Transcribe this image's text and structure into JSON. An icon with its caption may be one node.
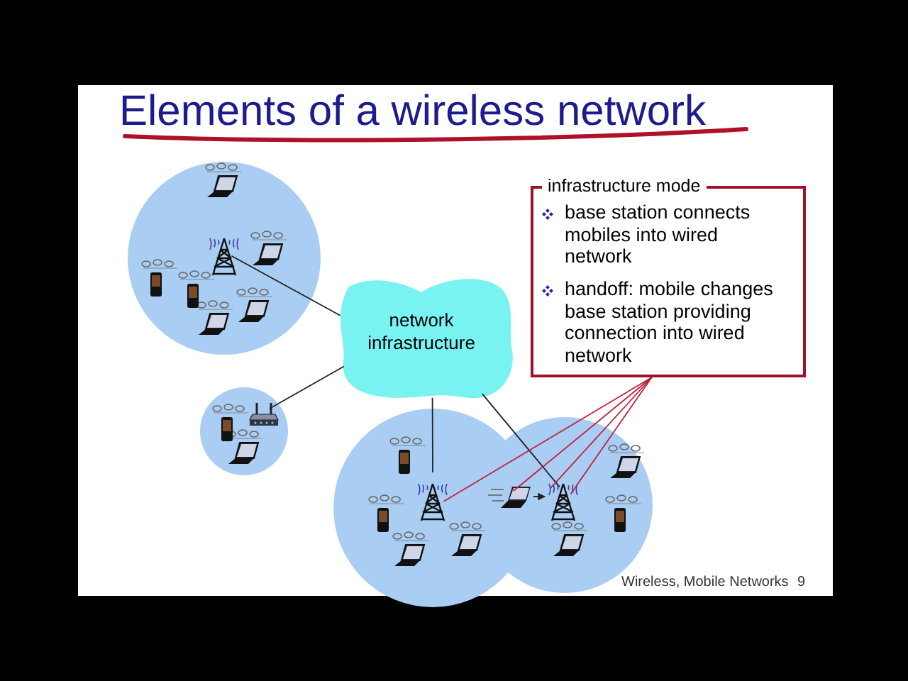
{
  "diagram": {
    "title": "Elements of a wireless network",
    "nodes": [
      {
        "text": [
          "network infrastructure"
        ]
      },
      {
        "text": [
          "infrastructure mode",
          "base station connects mobiles into wired network",
          "handoff: mobile changes base station providing connection into wired network"
        ]
      },
      {
        "text": [],
        "shape": "picture"
      },
      {
        "text": [],
        "shape": "picture"
      },
      {
        "text": [],
        "shape": "picture"
      },
      {
        "text": [],
        "shape": "picture"
      },
      {
        "text": [],
        "shape": "picture"
      }
    ],
    "edges": [
      {
        "from": 2,
        "to": 0,
        "arrow": "none"
      },
      {
        "from": 3,
        "to": 0,
        "arrow": "none"
      },
      {
        "from": 0,
        "to": 4,
        "arrow": "none"
      },
      {
        "from": 0,
        "to": 6,
        "arrow": "none"
      },
      {
        "from": 5,
        "to": 6,
        "arrow": "to"
      },
      {
        "from": 1,
        "to": 4,
        "arrow": "none",
        "color": "#c0203a"
      },
      {
        "from": 1,
        "to": 5,
        "arrow": "none",
        "color": "#c0203a"
      },
      {
        "from": 1,
        "to": 6,
        "arrow": "none",
        "color": "#c0203a"
      },
      {
        "from": 1,
        "to": 6,
        "arrow": "none",
        "color": "#c0203a"
      }
    ],
    "labels": [
      "Wireless, Mobile Networks",
      "9"
    ]
  }
}
